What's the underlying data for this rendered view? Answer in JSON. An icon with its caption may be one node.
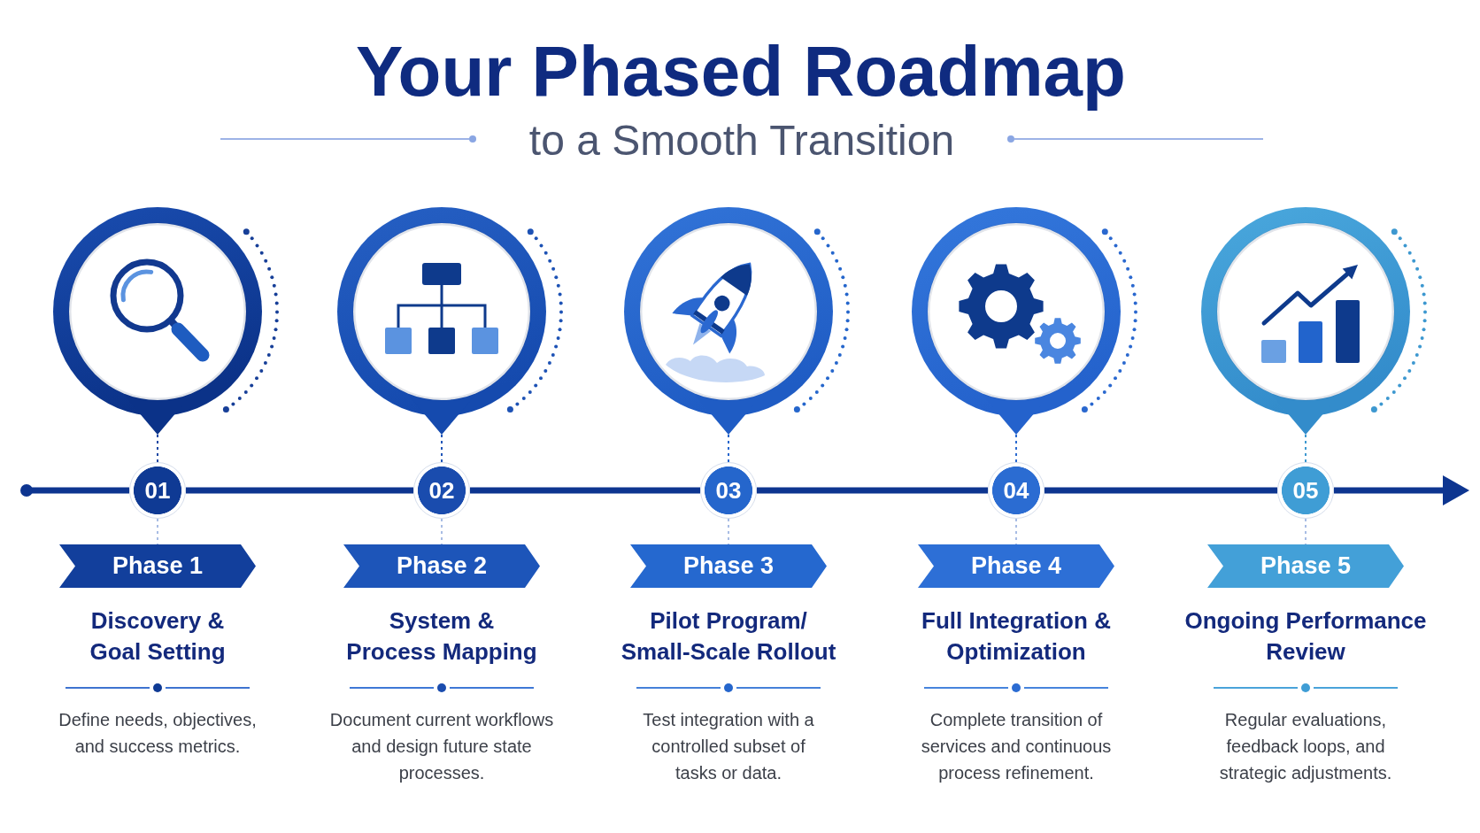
{
  "diagram": {
    "title": "Your Phased Roadmap",
    "nodes": [
      {
        "text": [],
        "shape": "circle"
      },
      {
        "text": [
          "01"
        ]
      },
      {
        "text": [
          "Phase 1"
        ],
        "beside": [
          "Discovery & Goal Setting",
          "Define needs, objectives, and success metrics."
        ]
      },
      {
        "text": [],
        "shape": "circle"
      },
      {
        "text": [
          "02"
        ]
      },
      {
        "text": [
          "Phase 2"
        ],
        "beside": [
          "System & Process Mapping",
          "Document current workflows and design future state processes."
        ]
      },
      {
        "text": [],
        "shape": "circle"
      },
      {
        "text": [
          "03"
        ]
      },
      {
        "text": [
          "Phase 3"
        ],
        "beside": [
          "Pilot Program/ Small-Scale Rollout",
          "Test integration with a controlled subset of tasks or data."
        ]
      },
      {
        "text": [],
        "shape": "circle"
      },
      {
        "text": [
          "04"
        ]
      },
      {
        "text": [
          "Phase 4"
        ],
        "beside": [
          "Full Integration & Optimization",
          "Complete transition of services and continuous process refinement."
        ]
      },
      {
        "text": [],
        "shape": "circle"
      },
      {
        "text": [
          "05"
        ]
      },
      {
        "text": [
          "Phase 5"
        ],
        "beside": [
          "Ongoing Performance Review",
          "Regular evaluations, feedback loops, and strategic adjustments."
        ]
      }
    ],
    "edges": [
      {
        "from": null,
        "to": 1,
        "arrow": "other",
        "style": "thick"
      },
      {
        "from": 1,
        "to": 4,
        "arrow": "none",
        "style": "thick"
      },
      {
        "from": 4,
        "to": 7,
        "arrow": "none",
        "style": "thick"
      },
      {
        "from": 7,
        "to": 10,
        "arrow": "none",
        "style": "thick"
      },
      {
        "from": 10,
        "to": 13,
        "arrow": "none",
        "style": "thick"
      },
      {
        "from": 13,
        "to": null,
        "arrow": "to",
        "style": "thick"
      },
      {
        "from": 0,
        "to": 1,
        "arrow": "none",
        "style": "dashed",
        "color": "#1b47a3"
      },
      {
        "from": 1,
        "to": 2,
        "arrow": "none",
        "style": "dashed",
        "color": "#a8bce4"
      },
      {
        "from": 3,
        "to": 4,
        "arrow": "none",
        "style": "dashed",
        "color": "#1f55b8"
      },
      {
        "from": 4,
        "to": 5,
        "arrow": "none",
        "style": "dashed",
        "color": "#a8bce4"
      },
      {
        "from": 6,
        "to": 7,
        "arrow": "none",
        "style": "dashed",
        "color": "#2766cc"
      },
      {
        "from": 7,
        "to": 8,
        "arrow": "none",
        "style": "dashed",
        "color": "#a8bce4"
      },
      {
        "from": 9,
        "to": 10,
        "arrow": "none",
        "style": "dashed",
        "color": "#2b6ad0"
      },
      {
        "from": 10,
        "to": 11,
        "arrow": "none",
        "style": "dashed",
        "color": "#a8bce4"
      },
      {
        "from": 12,
        "to": 13,
        "arrow": "none",
        "style": "dashed",
        "color": "#3d98d0"
      },
      {
        "from": 13,
        "to": 14,
        "arrow": "none",
        "style": "dashed",
        "color": "#a8bce4"
      }
    ],
    "labels": [
      "to a Smooth Transition"
    ]
  }
}
